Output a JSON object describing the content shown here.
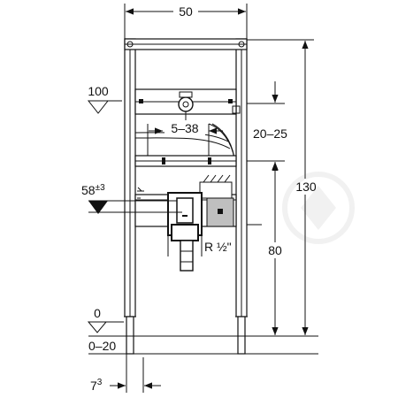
{
  "labels": {
    "width": "50",
    "height": "130",
    "top_ref": "100",
    "spacing": "5–38",
    "adjust": "20–25",
    "mid_ref_base": "58",
    "mid_ref_sup": "±3",
    "thread": "R ½\"",
    "lower": "80",
    "floor": "0",
    "floor_range": "0–20",
    "foot_base": "7",
    "foot_sup": "3"
  }
}
